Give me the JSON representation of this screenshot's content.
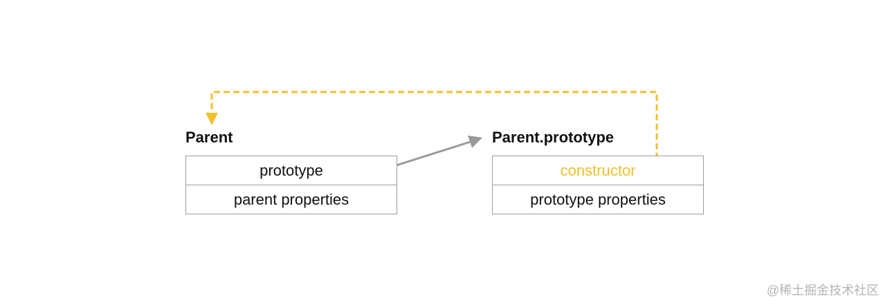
{
  "colors": {
    "accent": "#f0c02a",
    "arrow": "#999999",
    "border": "#9a9a9a"
  },
  "parent": {
    "title": "Parent",
    "rows": [
      "prototype",
      "parent properties"
    ]
  },
  "prototype_object": {
    "title": "Parent.prototype",
    "rows": [
      "constructor",
      "prototype properties"
    ]
  },
  "watermark": "@稀土掘金技术社区"
}
